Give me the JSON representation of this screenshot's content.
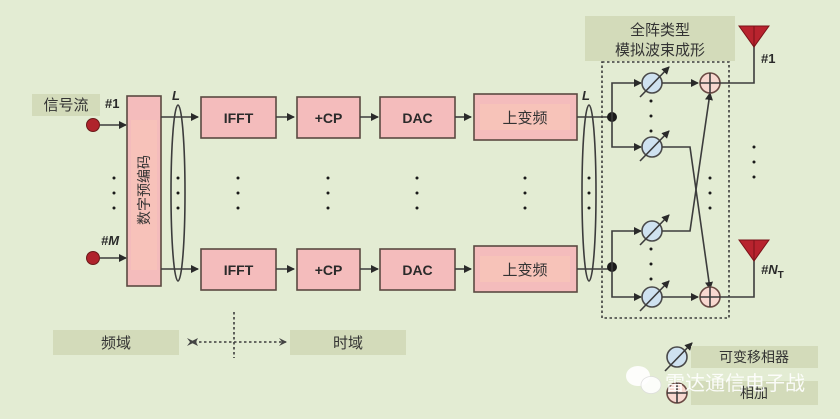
{
  "labels": {
    "signal_stream": "信号流",
    "input_first": "#1",
    "input_last": "#M",
    "precoder": "数字预编码",
    "layer_L": "L",
    "ifft": "IFFT",
    "cp": "+CP",
    "dac": "DAC",
    "upconvert": "上变频",
    "beamforming_title_line1": "全阵类型",
    "beamforming_title_line2": "模拟波束成形",
    "antenna_first": "#1",
    "antenna_last_prefix": "#N",
    "antenna_last_sub": "T",
    "freq_domain": "频域",
    "time_domain": "时域",
    "legend_phase_shifter": "可变移相器",
    "legend_adder": "相加",
    "watermark": "雷达通信电子战"
  },
  "colors": {
    "background": "#e3ecd3",
    "label_box": "#d3dbba",
    "block_fill": "#f4bcbc",
    "antenna": "#b8232e",
    "phase_shifter": "#cfe2f0",
    "adder": "#f8d8d0"
  }
}
